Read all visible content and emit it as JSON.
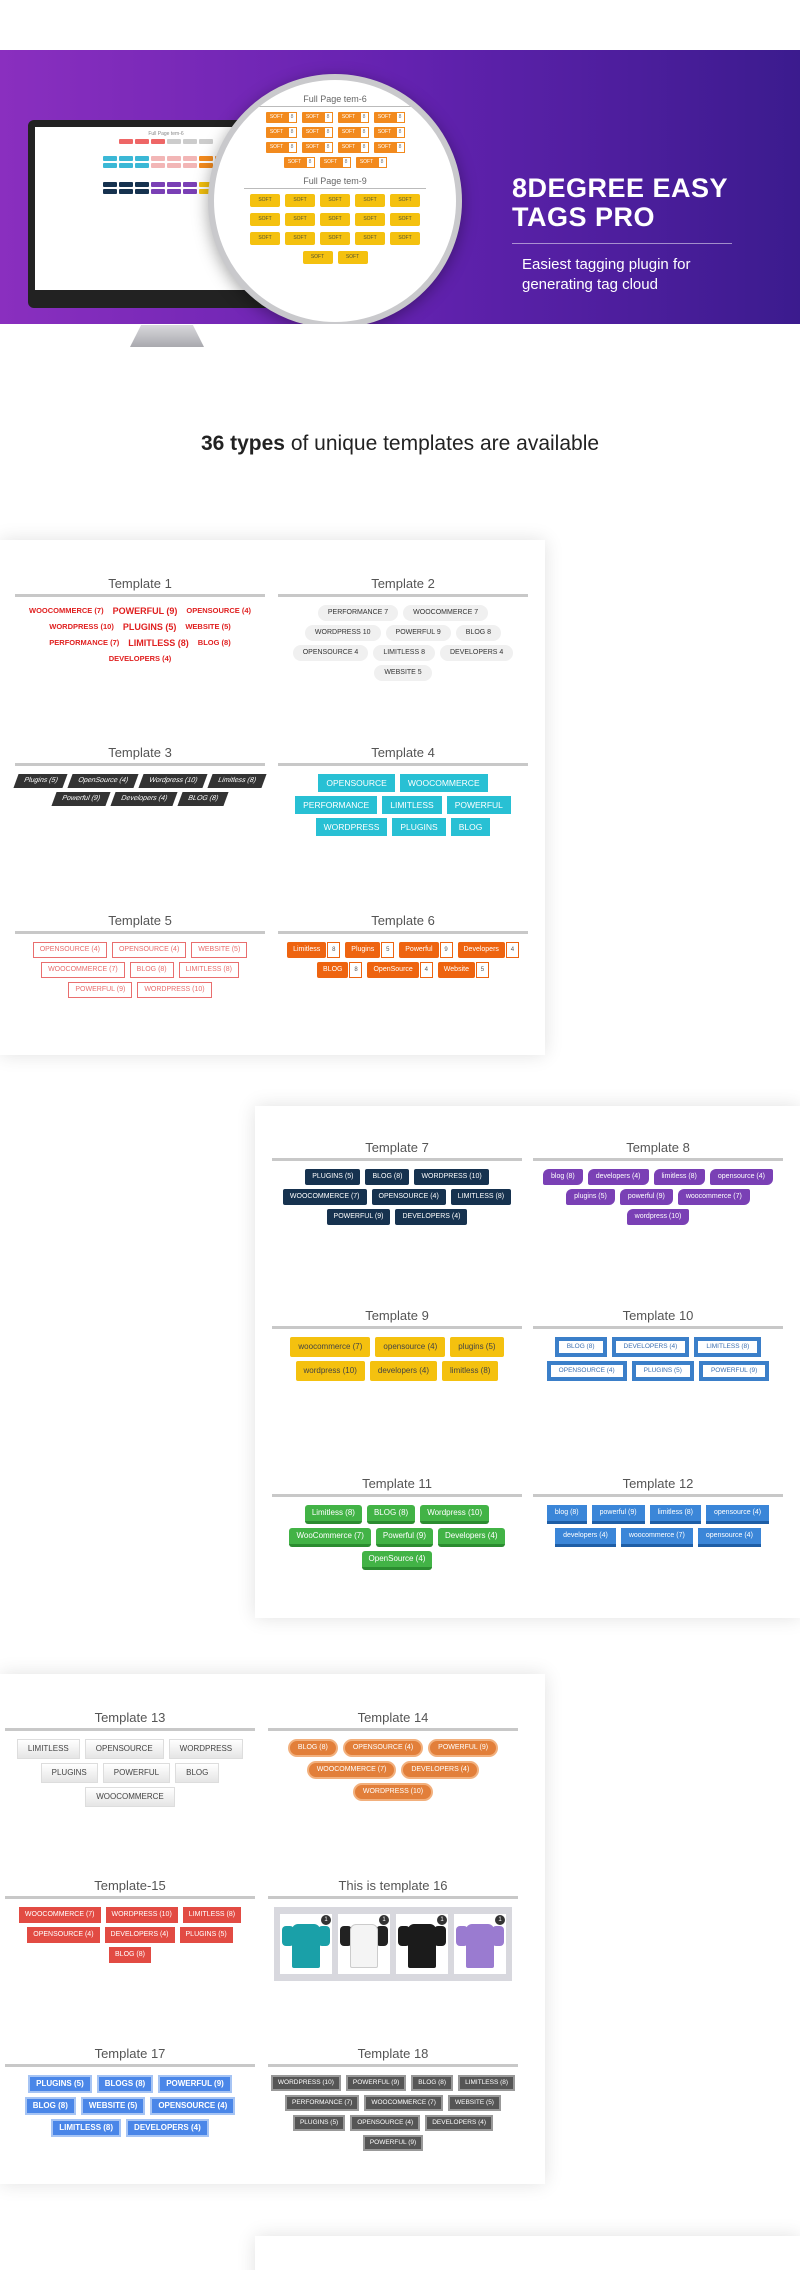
{
  "banner": {
    "title_line1": "8DEGREE EASY",
    "title_line2": "TAGS PRO",
    "subtitle_line1": "Easiest tagging plugin for",
    "subtitle_line2": "generating tag cloud",
    "lens_title1": "Full Page tem-6",
    "lens_title2": "Full Page tem-9",
    "lens_tag_label": "SOFT",
    "colors": {
      "gradient_start": "#8a2fbf",
      "gradient_end": "#3b1b8e"
    }
  },
  "headline": {
    "bold": "36 types",
    "rest": " of unique templates are available"
  },
  "templates": {
    "t1": {
      "title": "Template 1",
      "tags": [
        "WOOCOMMERCE (7)",
        "POWERFUL (9)",
        "OPENSOURCE (4)",
        "WORDPRESS (10)",
        "PLUGINS (5)",
        "WEBSITE (5)",
        "PERFORMANCE (7)",
        "LIMITLESS (8)",
        "BLOG (8)",
        "DEVELOPERS (4)"
      ]
    },
    "t2": {
      "title": "Template 2",
      "tags": [
        "PERFORMANCE 7",
        "WOOCOMMERCE 7",
        "WORDPRESS 10",
        "POWERFUL 9",
        "BLOG 8",
        "OPENSOURCE 4",
        "LIMITLESS 8",
        "DEVELOPERS 4",
        "WEBSITE 5"
      ]
    },
    "t3": {
      "title": "Template 3",
      "tags": [
        "Plugins (5)",
        "OpenSource (4)",
        "Wordpress (10)",
        "Limitless (8)",
        "Powerful (9)",
        "Developers (4)",
        "BLOG (8)"
      ]
    },
    "t4": {
      "title": "Template 4",
      "tags": [
        "OPENSOURCE",
        "WOOCOMMERCE",
        "PERFORMANCE",
        "LIMITLESS",
        "POWERFUL",
        "WORDPRESS",
        "PLUGINS",
        "BLOG"
      ]
    },
    "t5": {
      "title": "Template 5",
      "tags": [
        "OPENSOURCE (4)",
        "OPENSOURCE (4)",
        "WEBSITE (5)",
        "WOOCOMMERCE (7)",
        "BLOG (8)",
        "LIMITLESS (8)",
        "POWERFUL (9)",
        "WORDPRESS (10)"
      ]
    },
    "t6": {
      "title": "Template 6",
      "tags": [
        {
          "label": "Limitless",
          "count": "8"
        },
        {
          "label": "Plugins",
          "count": "5"
        },
        {
          "label": "Powerful",
          "count": "9"
        },
        {
          "label": "Developers",
          "count": "4"
        },
        {
          "label": "BLOG",
          "count": "8"
        },
        {
          "label": "OpenSource",
          "count": "4"
        },
        {
          "label": "Website",
          "count": "5"
        }
      ]
    },
    "t7": {
      "title": "Template 7",
      "tags": [
        "PLUGINS (5)",
        "BLOG (8)",
        "WORDPRESS (10)",
        "WOOCOMMERCE (7)",
        "OPENSOURCE (4)",
        "LIMITLESS (8)",
        "POWERFUL (9)",
        "DEVELOPERS (4)"
      ]
    },
    "t8": {
      "title": "Template 8",
      "tags": [
        "blog (8)",
        "developers (4)",
        "limitless (8)",
        "opensource (4)",
        "plugins (5)",
        "powerful (9)",
        "woocommerce (7)",
        "wordpress (10)"
      ]
    },
    "t9": {
      "title": "Template 9",
      "tags": [
        "woocommerce (7)",
        "opensource (4)",
        "plugins (5)",
        "wordpress (10)",
        "developers (4)",
        "limitless (8)"
      ]
    },
    "t10": {
      "title": "Template 10",
      "tags": [
        "BLOG (8)",
        "DEVELOPERS (4)",
        "LIMITLESS (8)",
        "OPENSOURCE (4)",
        "PLUGINS (5)",
        "POWERFUL (9)"
      ]
    },
    "t11": {
      "title": "Template 11",
      "tags": [
        "Limitless (8)",
        "BLOG (8)",
        "Wordpress (10)",
        "WooCommerce (7)",
        "Powerful (9)",
        "Developers (4)",
        "OpenSource (4)"
      ]
    },
    "t12": {
      "title": "Template 12",
      "tags": [
        "blog (8)",
        "powerful (9)",
        "limitless (8)",
        "opensource (4)",
        "developers (4)",
        "woocommerce (7)",
        "opensource (4)"
      ]
    },
    "t13": {
      "title": "Template 13",
      "tags": [
        "LIMITLESS",
        "OPENSOURCE",
        "WORDPRESS",
        "PLUGINS",
        "POWERFUL",
        "BLOG",
        "WOOCOMMERCE"
      ]
    },
    "t14": {
      "title": "Template 14",
      "tags": [
        "BLOG (8)",
        "OPENSOURCE (4)",
        "POWERFUL (9)",
        "WOOCOMMERCE (7)",
        "DEVELOPERS (4)",
        "WORDPRESS (10)"
      ]
    },
    "t15": {
      "title": "Template-15",
      "tags": [
        "WOOCOMMERCE (7)",
        "WORDPRESS (10)",
        "LIMITLESS (8)",
        "OPENSOURCE (4)",
        "DEVELOPERS (4)",
        "PLUGINS (5)",
        "BLOG (8)"
      ]
    },
    "t16": {
      "title": "This is template 16",
      "badges": [
        "1",
        "1",
        "1",
        "1"
      ]
    },
    "t17": {
      "title": "Template 17",
      "tags": [
        "PLUGINS (5)",
        "BLOGS (8)",
        "POWERFUL (9)",
        "BLOG (8)",
        "WEBSITE (5)",
        "OPENSOURCE (4)",
        "LIMITLESS (8)",
        "DEVELOPERS (4)"
      ]
    },
    "t18": {
      "title": "Template 18",
      "tags": [
        "WORDPRESS (10)",
        "POWERFUL (9)",
        "BLOG (8)",
        "LIMITLESS (8)",
        "PERFORMANCE (7)",
        "WOOCOMMERCE (7)",
        "WEBSITE (5)",
        "PLUGINS (5)",
        "OPENSOURCE (4)",
        "DEVELOPERS (4)",
        "POWERFUL (9)"
      ]
    }
  }
}
